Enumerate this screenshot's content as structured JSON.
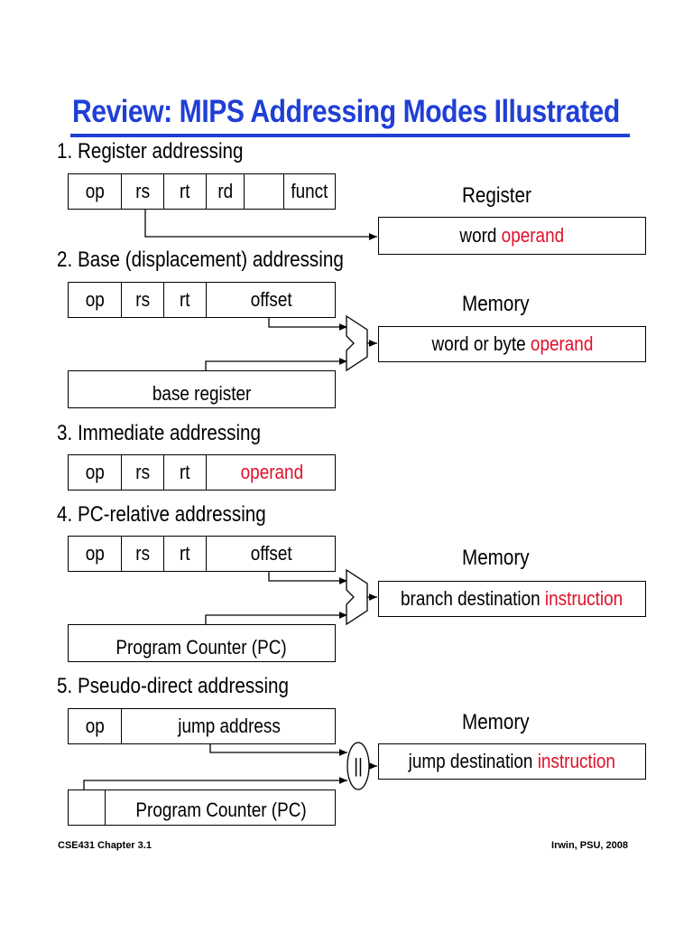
{
  "title": "Review:  MIPS Addressing Modes Illustrated",
  "modes": [
    {
      "heading": "1. Register addressing",
      "fields": [
        "op",
        "rs",
        "rt",
        "rd",
        "",
        "funct"
      ],
      "target_label": "Register",
      "target_text": "word ",
      "target_highlight": "operand"
    },
    {
      "heading": "2. Base (displacement) addressing",
      "fields": [
        "op",
        "rs",
        "rt",
        "offset"
      ],
      "second_box": "base register",
      "target_label": "Memory",
      "target_text": "word or byte ",
      "target_highlight": "operand"
    },
    {
      "heading": "3. Immediate addressing",
      "fields": [
        "op",
        "rs",
        "rt"
      ],
      "operand_field": "operand"
    },
    {
      "heading": "4. PC-relative addressing",
      "fields": [
        "op",
        "rs",
        "rt",
        "offset"
      ],
      "second_box": "Program Counter (PC)",
      "target_label": "Memory",
      "target_text": "branch destination ",
      "target_highlight": "instruction"
    },
    {
      "heading": "5. Pseudo-direct addressing",
      "fields": [
        "op",
        "jump address"
      ],
      "second_box": "Program Counter (PC)",
      "concat_symbol": "||",
      "target_label": "Memory",
      "target_text": "jump destination ",
      "target_highlight": "instruction"
    }
  ],
  "footer": {
    "left": "CSE431  Chapter 3.1",
    "right": "Irwin, PSU, 2008"
  },
  "colors": {
    "title": "#1f3fd6",
    "highlight": "#e0102a"
  }
}
